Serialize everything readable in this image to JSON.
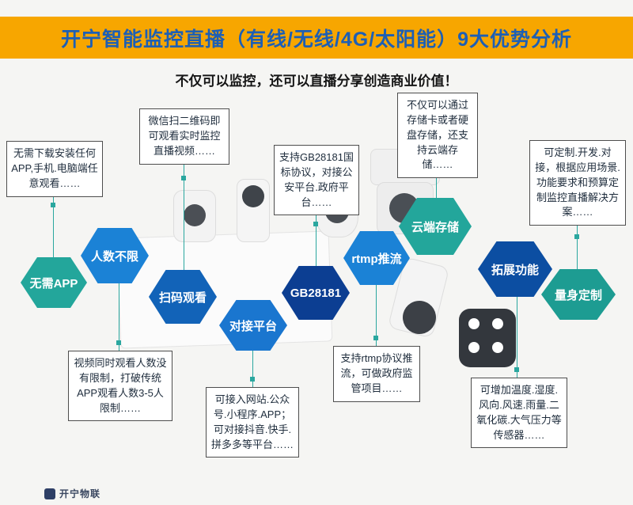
{
  "header": {
    "title": "开宁智能监控直播（有线/无线/4G/太阳能）9大优势分析",
    "subtitle": "不仅可以监控，还可以直播分享创造商业价值！",
    "bar_color": "#f7a600",
    "title_color": "#1d5fb5"
  },
  "hexagons": [
    {
      "label": "无需APP",
      "color": "#23a69b"
    },
    {
      "label": "人数不限",
      "color": "#1b82d6"
    },
    {
      "label": "扫码观看",
      "color": "#1263b8"
    },
    {
      "label": "对接平台",
      "color": "#1a76cf"
    },
    {
      "label": "GB28181",
      "color": "#0c3e92"
    },
    {
      "label": "rtmp推流",
      "color": "#1b82d6"
    },
    {
      "label": "云端存储",
      "color": "#23a69b"
    },
    {
      "label": "拓展功能",
      "color": "#0c4ea2"
    },
    {
      "label": "量身定制",
      "color": "#1d9c92"
    }
  ],
  "callouts": [
    {
      "text": "无需下载安装任何APP,手机.电脑端任意观看……"
    },
    {
      "text": "微信扫二维码即可观看实时监控直播视频……"
    },
    {
      "text": "支持GB28181国标协议，对接公安平台.政府平台……"
    },
    {
      "text": "不仅可以通过存储卡或者硬盘存储，还支持云端存储……"
    },
    {
      "text": "可定制.开发.对接，根据应用场景.功能要求和预算定制监控直播解决方案……"
    },
    {
      "text": "视频同时观看人数没有限制，打破传统APP观看人数3-5人限制……"
    },
    {
      "text": "可接入网站.公众号.小程序.APP；可对接抖音.快手.拼多多等平台……"
    },
    {
      "text": "支持rtmp协议推流，可做政府监管项目……"
    },
    {
      "text": "可增加温度.湿度.风向.风速.雨量.二氧化碳.大气压力等传感器……"
    }
  ],
  "connector_color": "#2aa79f",
  "footer": {
    "logo_text": "开宁物联"
  }
}
